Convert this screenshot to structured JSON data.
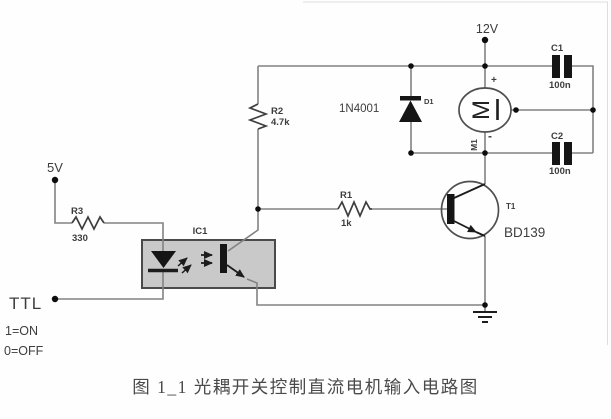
{
  "colors": {
    "background": "#ffffff",
    "wire": "#828282",
    "component_outline": "#4f4f4f",
    "solid_symbol": "#151515",
    "label_text": "#3d3d3d",
    "opto_box_fill": "#c9c9c9",
    "opto_box_border": "#4a4a4a",
    "caption_text": "#4a4a4a"
  },
  "supplies": {
    "v12": "12V",
    "v5": "5V"
  },
  "input": {
    "terminal": "TTL",
    "state_on": "1=ON",
    "state_off": "0=OFF"
  },
  "components": {
    "r1": {
      "name": "R1",
      "value": "1k"
    },
    "r2": {
      "name": "R2",
      "value": "4.7k"
    },
    "r3": {
      "name": "R3",
      "value": "330"
    },
    "c1": {
      "name": "C1",
      "value": "100n"
    },
    "c2": {
      "name": "C2",
      "value": "100n"
    },
    "d1": {
      "name": "D1",
      "part": "1N4001"
    },
    "t1": {
      "name": "T1",
      "part": "BD139"
    },
    "ic1": {
      "name": "IC1"
    },
    "m1": {
      "name": "M1",
      "symbol": "M",
      "plus": "+",
      "minus": "-"
    }
  },
  "caption": "图 1_1 光耦开关控制直流电机输入电路图"
}
